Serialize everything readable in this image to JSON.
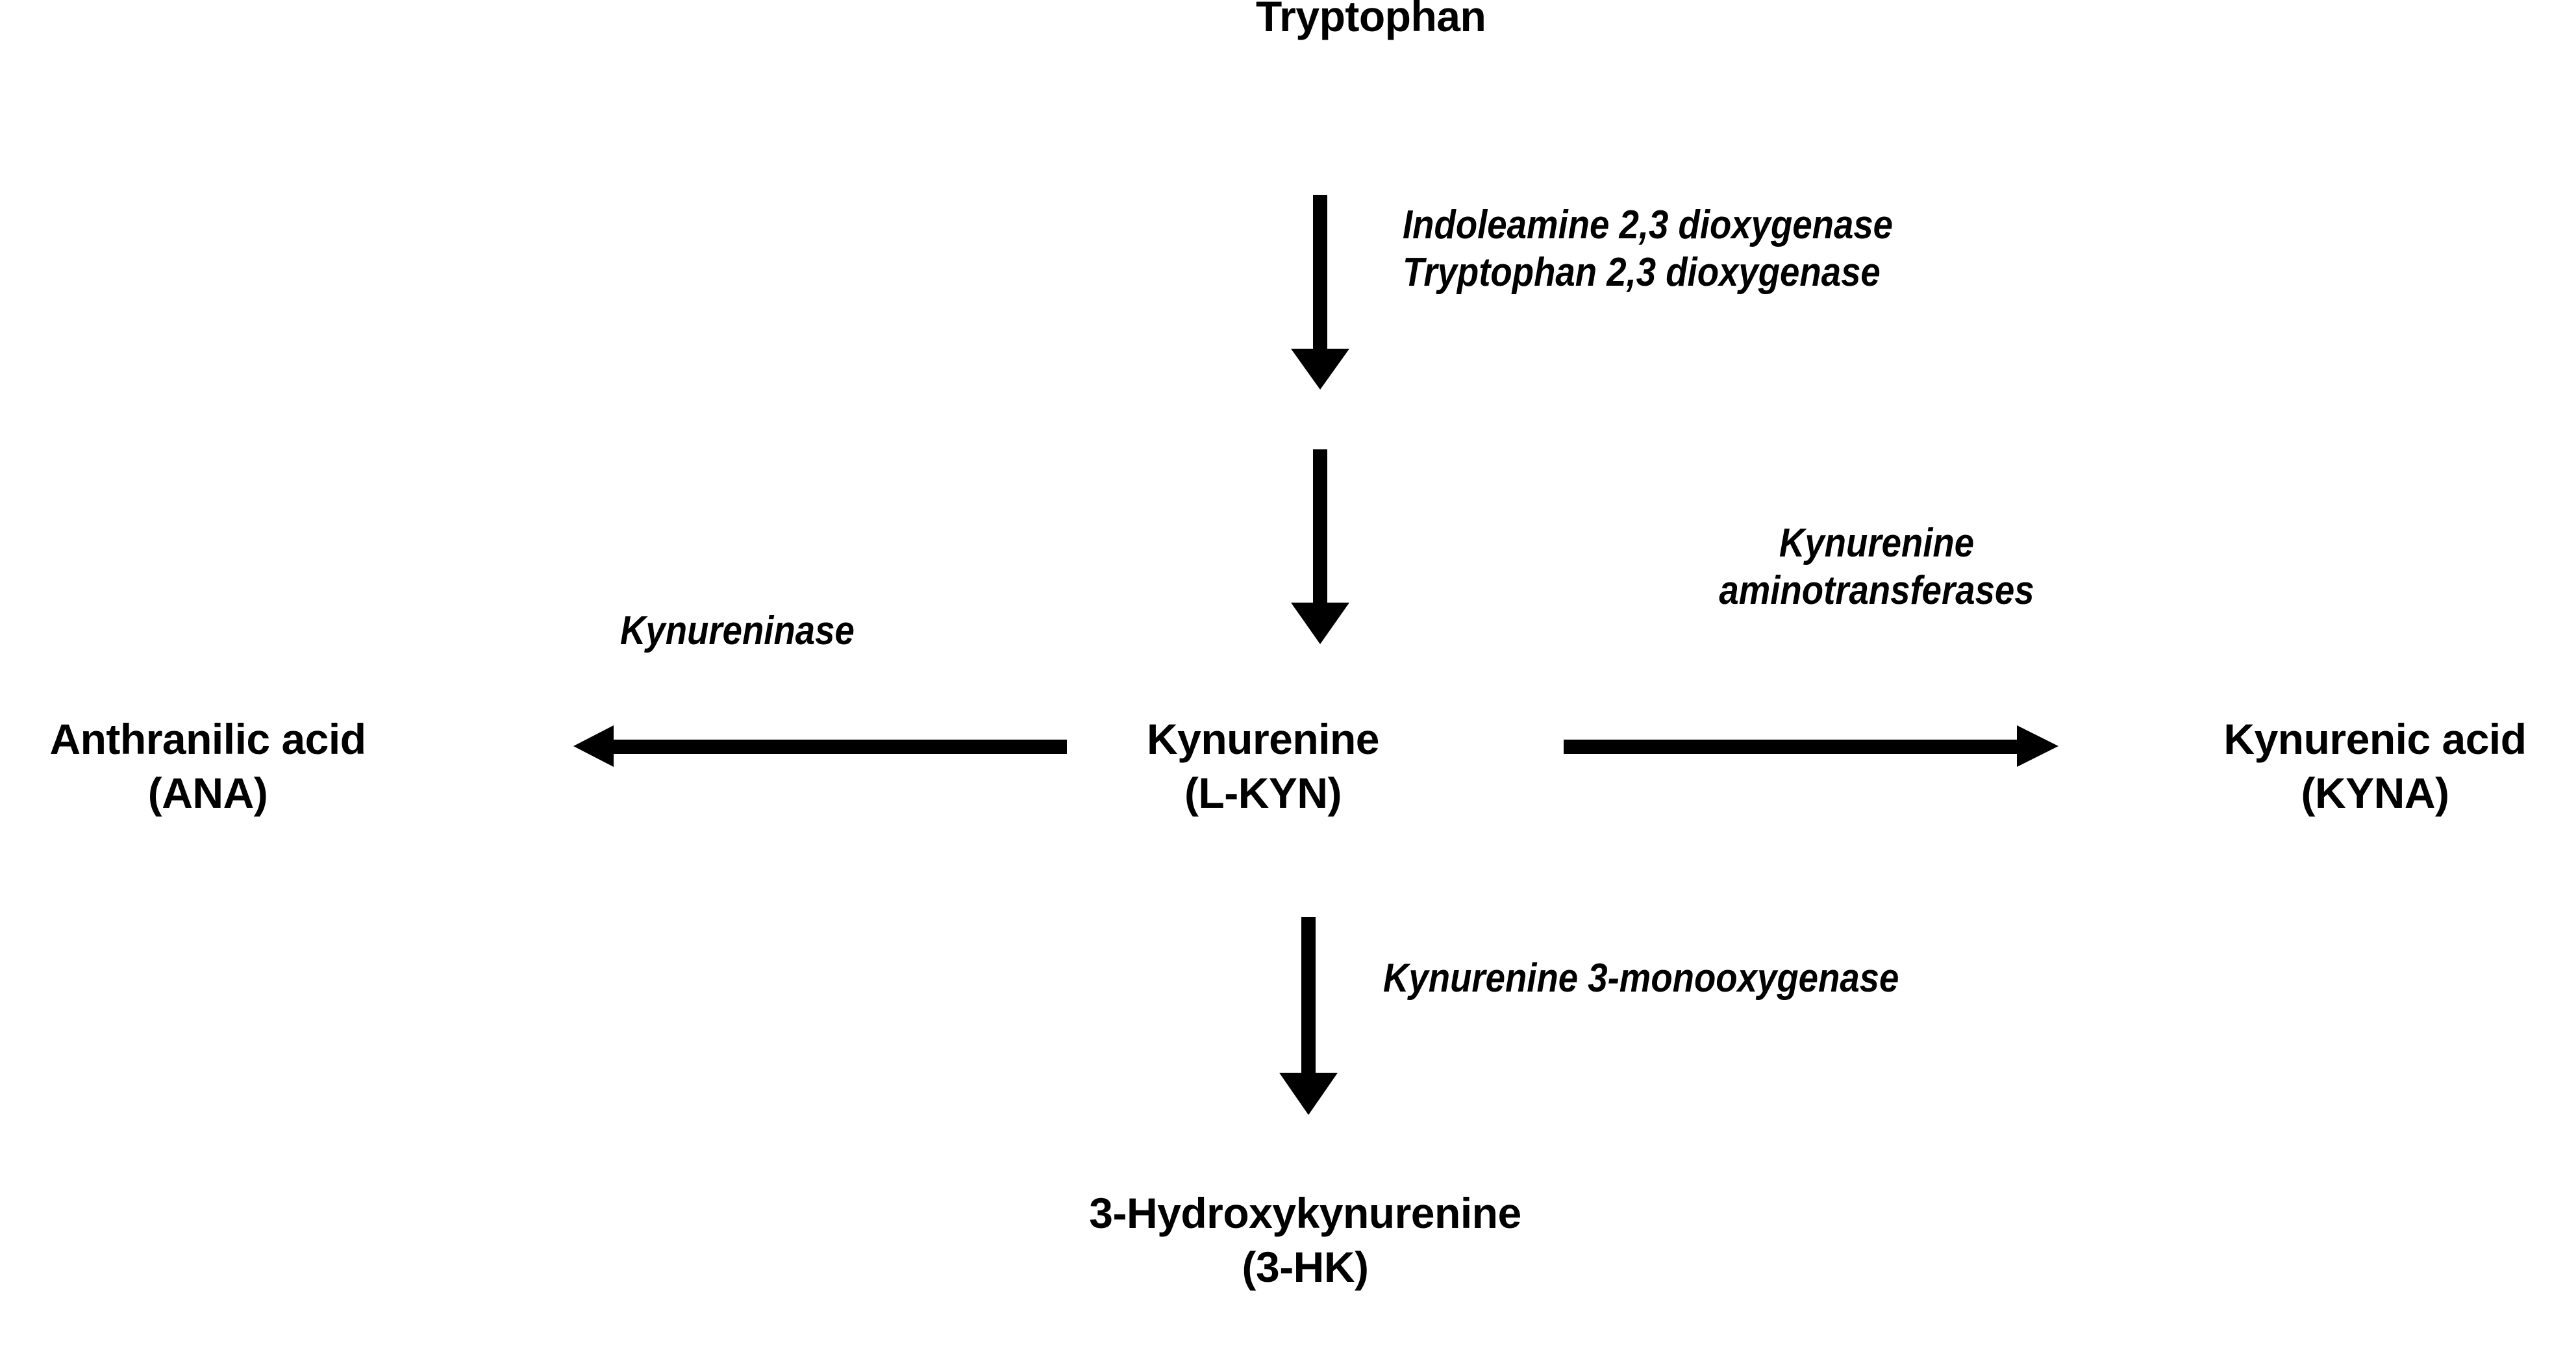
{
  "diagram": {
    "title_node": "Tryptophan",
    "nodes": {
      "tryptophan": {
        "label": "Tryptophan"
      },
      "kynurenine": {
        "name": "Kynurenine",
        "abbrev": "(L-KYN)"
      },
      "anthranilic_acid": {
        "name": "Anthranilic acid",
        "abbrev": "(ANA)"
      },
      "kynurenic_acid": {
        "name": "Kynurenic acid",
        "abbrev": "(KYNA)"
      },
      "hydroxykynurenine": {
        "name": "3-Hydroxykynurenine",
        "abbrev": "(3-HK)"
      }
    },
    "enzymes": {
      "ido": "Indoleamine 2,3 dioxygenase",
      "tdo": "Tryptophan 2,3 dioxygenase",
      "kynureninase": "Kynureninase",
      "kat_line1": "Kynurenine",
      "kat_line2": "aminotransferases",
      "kmo": "Kynurenine 3-monooxygenase"
    },
    "colors": {
      "ink": "#000000",
      "background": "#ffffff"
    }
  }
}
